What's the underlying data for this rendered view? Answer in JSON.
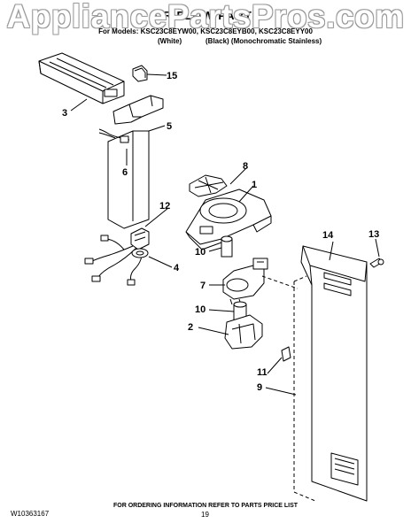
{
  "watermark": "AppliancePartsPros.com",
  "header": {
    "title": "AIR FLOW PARTS",
    "models": "For Models: KSC23C8EYW00, KSC23C8EYB00, KSC23C8EYY00",
    "variant_white": "(White)",
    "variant_black": "(Black) (Monochromatic Stainless)"
  },
  "callouts": {
    "c1": "1",
    "c2": "2",
    "c3": "3",
    "c4": "4",
    "c5": "5",
    "c6": "6",
    "c7": "7",
    "c8": "8",
    "c9": "9",
    "c10a": "10",
    "c10b": "10",
    "c11": "11",
    "c12": "12",
    "c13": "13",
    "c14": "14",
    "c15": "15"
  },
  "footer": {
    "doc_number": "W10363167",
    "ordering_info": "FOR ORDERING INFORMATION REFER TO PARTS PRICE LIST",
    "page_number": "19"
  }
}
